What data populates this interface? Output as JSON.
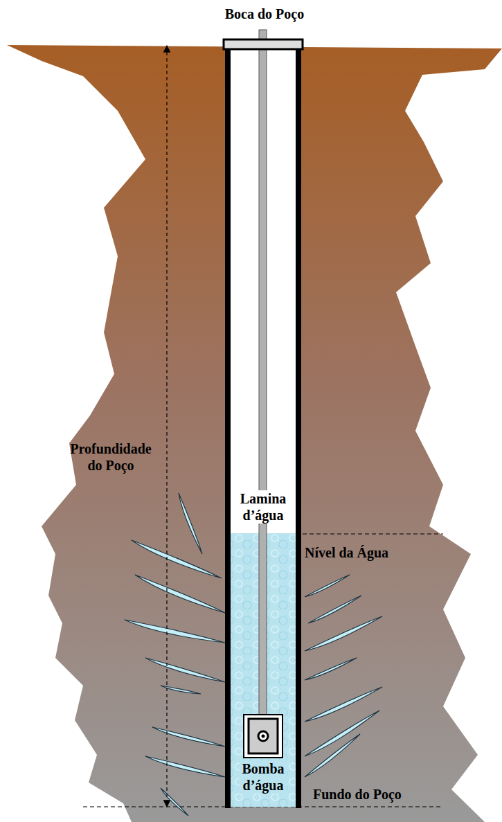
{
  "diagram": {
    "labels": [
      "Boca do Poço",
      "Profundidade do Poço",
      "Lamina d’água",
      "Nível da Água",
      "Bomba d’água",
      "Fundo do Poço"
    ]
  }
}
